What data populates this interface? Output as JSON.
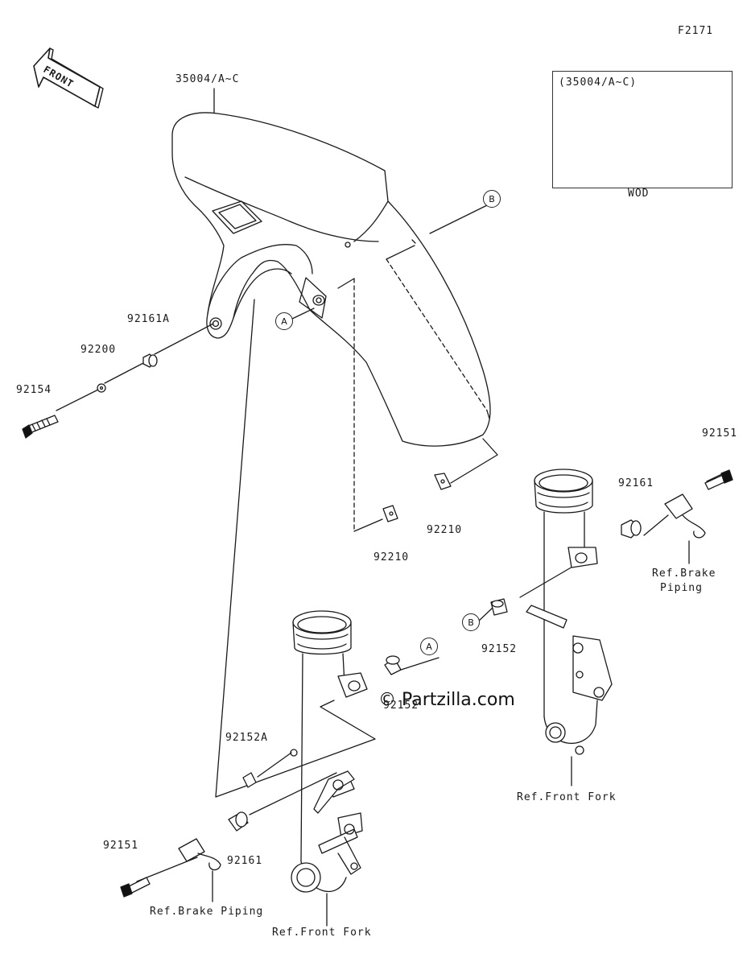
{
  "page": {
    "figure_code": "F2171",
    "watermark": "© Partzilla.com"
  },
  "orientation": {
    "label": "FRONT"
  },
  "inset": {
    "title": "(35004/A~C)",
    "caption": "WOD"
  },
  "callouts": {
    "a": "A",
    "b": "B"
  },
  "parts": {
    "fender": "35004/A~C",
    "collar_a": "92161A",
    "washer": "92200",
    "bolt": "92154",
    "nut_right": "92210",
    "nut_left": "92210",
    "bolt_right": "92151",
    "collar_right": "92161",
    "bolt_b": "92152",
    "bolt_a": "92152",
    "bolt_a2": "92152A",
    "collar_left": "92161",
    "bolt_left": "92151"
  },
  "references": {
    "brake_right_line1": "Ref.Brake",
    "brake_right_line2": "Piping",
    "fork_right": "Ref.Front Fork",
    "brake_left": "Ref.Brake Piping",
    "fork_left": "Ref.Front Fork"
  }
}
